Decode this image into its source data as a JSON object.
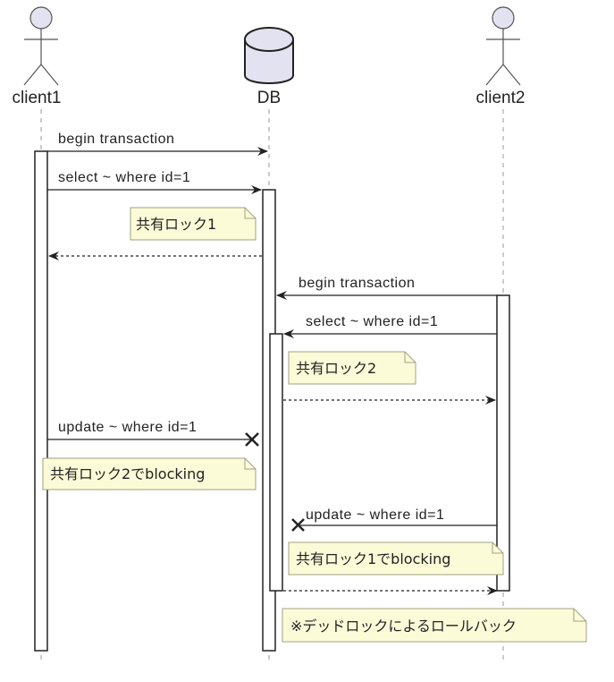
{
  "diagram": {
    "type": "sequence",
    "participants": [
      {
        "id": "client1",
        "label": "client1",
        "kind": "actor"
      },
      {
        "id": "db",
        "label": "DB",
        "kind": "database"
      },
      {
        "id": "client2",
        "label": "client2",
        "kind": "actor"
      }
    ],
    "messages": [
      {
        "from": "client1",
        "to": "db",
        "label": "begin transaction",
        "style": "solid"
      },
      {
        "from": "client1",
        "to": "db",
        "label": "select ~ where id=1",
        "style": "solid"
      },
      {
        "from": "db",
        "to": "client1",
        "label": "",
        "style": "dashed"
      },
      {
        "from": "client2",
        "to": "db",
        "label": "begin transaction",
        "style": "solid"
      },
      {
        "from": "client2",
        "to": "db",
        "label": "select ~ where id=1",
        "style": "solid"
      },
      {
        "from": "db",
        "to": "client2",
        "label": "",
        "style": "dashed"
      },
      {
        "from": "client1",
        "to": "db",
        "label": "update ~ where id=1",
        "style": "lost"
      },
      {
        "from": "client2",
        "to": "db",
        "label": "update ~ where id=1",
        "style": "lost"
      },
      {
        "from": "db",
        "to": "client2",
        "label": "",
        "style": "dashed"
      }
    ],
    "notes": [
      {
        "text": "共有ロック1"
      },
      {
        "text": "共有ロック2"
      },
      {
        "text": "共有ロック2でblocking"
      },
      {
        "text": "共有ロック1でblocking"
      },
      {
        "text": "※デッドロックによるロールバック"
      }
    ],
    "colors": {
      "participant_fill": "#e2e2f0",
      "note_fill": "#fbfbd8",
      "note_border": "#a0a080",
      "line": "#222222",
      "lifeline": "#999999"
    }
  }
}
